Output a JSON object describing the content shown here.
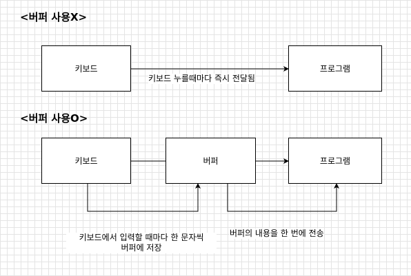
{
  "sections": {
    "no_buffer": {
      "heading": "<버퍼 사용X>",
      "keyboard": "키보드",
      "program": "프로그램",
      "edge_label": "키보드 누를때마다 즉시 전달됨"
    },
    "with_buffer": {
      "heading": "<버퍼 사용O>",
      "keyboard": "키보드",
      "buffer": "버퍼",
      "program": "프로그램",
      "label_to_buffer_line1": "키보드에서 입력할 때마다 한 문자씩",
      "label_to_buffer_line2": "버퍼에 저장",
      "label_to_program": "버퍼의 내용을 한 번에 전송"
    }
  },
  "colors": {
    "line": "#000000",
    "grid": "#e4e4e4",
    "box_fill": "#ffffff"
  }
}
